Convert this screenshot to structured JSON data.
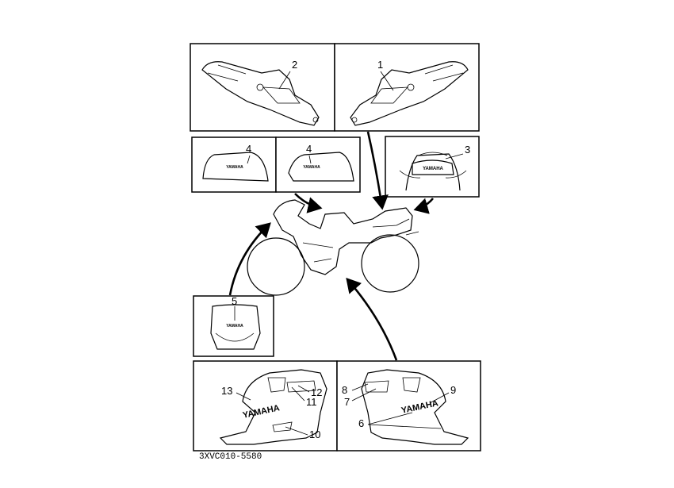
{
  "drawing_code": "3XVC010-5580",
  "brand_text": "YAMAHA",
  "callouts": {
    "c1": "1",
    "c2": "2",
    "c3": "3",
    "c4a": "4",
    "c4b": "4",
    "c5": "5",
    "c6": "6",
    "c7": "7",
    "c8": "8",
    "c9": "9",
    "c10": "10",
    "c11": "11",
    "c12": "12",
    "c13": "13"
  }
}
